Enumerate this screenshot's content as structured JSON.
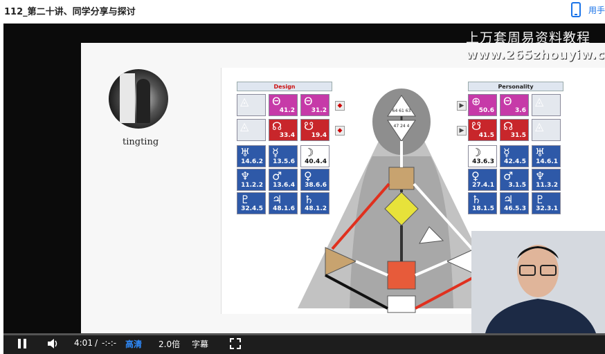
{
  "page": {
    "title": "112_第二十讲、同学分享与探讨",
    "app_link_label": "用手"
  },
  "video": {
    "watermark_line1": "上万套周易资料教程",
    "watermark_line2": "www.265zhouyiw.c",
    "progress_fraction": 0.0
  },
  "slide": {
    "avatar_label": "tingting",
    "design_header": "Design",
    "personality_header": "Personality",
    "design_rows": [
      [
        {
          "glyph": "◬",
          "val": "",
          "tone": "lgrey"
        },
        {
          "glyph": "Θ",
          "val": "41.2",
          "tone": "magenta"
        },
        {
          "glyph": "Θ",
          "val": "31.2",
          "tone": "magenta"
        }
      ],
      [
        {
          "glyph": "◬",
          "val": "",
          "tone": "lgrey"
        },
        {
          "glyph": "☊",
          "val": "33.4",
          "tone": "red"
        },
        {
          "glyph": "☋",
          "val": "19.4",
          "tone": "red"
        }
      ],
      [
        {
          "glyph": "♅",
          "val": "14.6.2",
          "tone": "blue"
        },
        {
          "glyph": "☿",
          "val": "13.5.6",
          "tone": "blue"
        },
        {
          "glyph": "☽",
          "val": "40.4.4",
          "tone": "white"
        }
      ],
      [
        {
          "glyph": "♆",
          "val": "11.2.2",
          "tone": "blue"
        },
        {
          "glyph": "♂",
          "val": "13.6.4",
          "tone": "blue"
        },
        {
          "glyph": "♀",
          "val": "38.6.6",
          "tone": "blue"
        }
      ],
      [
        {
          "glyph": "♇",
          "val": "32.4.5",
          "tone": "blue"
        },
        {
          "glyph": "♃",
          "val": "48.1.6",
          "tone": "blue"
        },
        {
          "glyph": "♄",
          "val": "48.1.2",
          "tone": "blue"
        }
      ]
    ],
    "personality_rows": [
      [
        {
          "glyph": "⊕",
          "val": "50.6",
          "tone": "magenta"
        },
        {
          "glyph": "Θ",
          "val": "3.6",
          "tone": "magenta"
        },
        {
          "glyph": "◬",
          "val": "",
          "tone": "lgrey"
        }
      ],
      [
        {
          "glyph": "☋",
          "val": "41.5",
          "tone": "red"
        },
        {
          "glyph": "☊",
          "val": "31.5",
          "tone": "red"
        },
        {
          "glyph": "◬",
          "val": "",
          "tone": "lgrey"
        }
      ],
      [
        {
          "glyph": "☽",
          "val": "43.6.3",
          "tone": "white"
        },
        {
          "glyph": "☿",
          "val": "42.4.5",
          "tone": "blue"
        },
        {
          "glyph": "♅",
          "val": "14.6.1",
          "tone": "blue"
        }
      ],
      [
        {
          "glyph": "♀",
          "val": "27.4.1",
          "tone": "blue"
        },
        {
          "glyph": "♂",
          "val": "3.1.5",
          "tone": "blue"
        },
        {
          "glyph": "♆",
          "val": "11.3.2",
          "tone": "blue"
        }
      ],
      [
        {
          "glyph": "♄",
          "val": "18.1.5",
          "tone": "blue"
        },
        {
          "glyph": "♃",
          "val": "46.5.3",
          "tone": "blue"
        },
        {
          "glyph": "♇",
          "val": "32.3.1",
          "tone": "blue"
        }
      ]
    ],
    "head_gates": "64 61 63",
    "ajna_gates": "47 24 4"
  },
  "controls": {
    "time_current": "4:01",
    "time_sep": "/",
    "time_total": "-:-:-",
    "quality": "高清",
    "speed": "2.0倍",
    "subtitles": "字幕"
  },
  "colors": {
    "accent": "#1a73e8",
    "design_red": "#c8262b",
    "personality_blue": "#2e59a8",
    "magenta": "#c63aa8"
  }
}
